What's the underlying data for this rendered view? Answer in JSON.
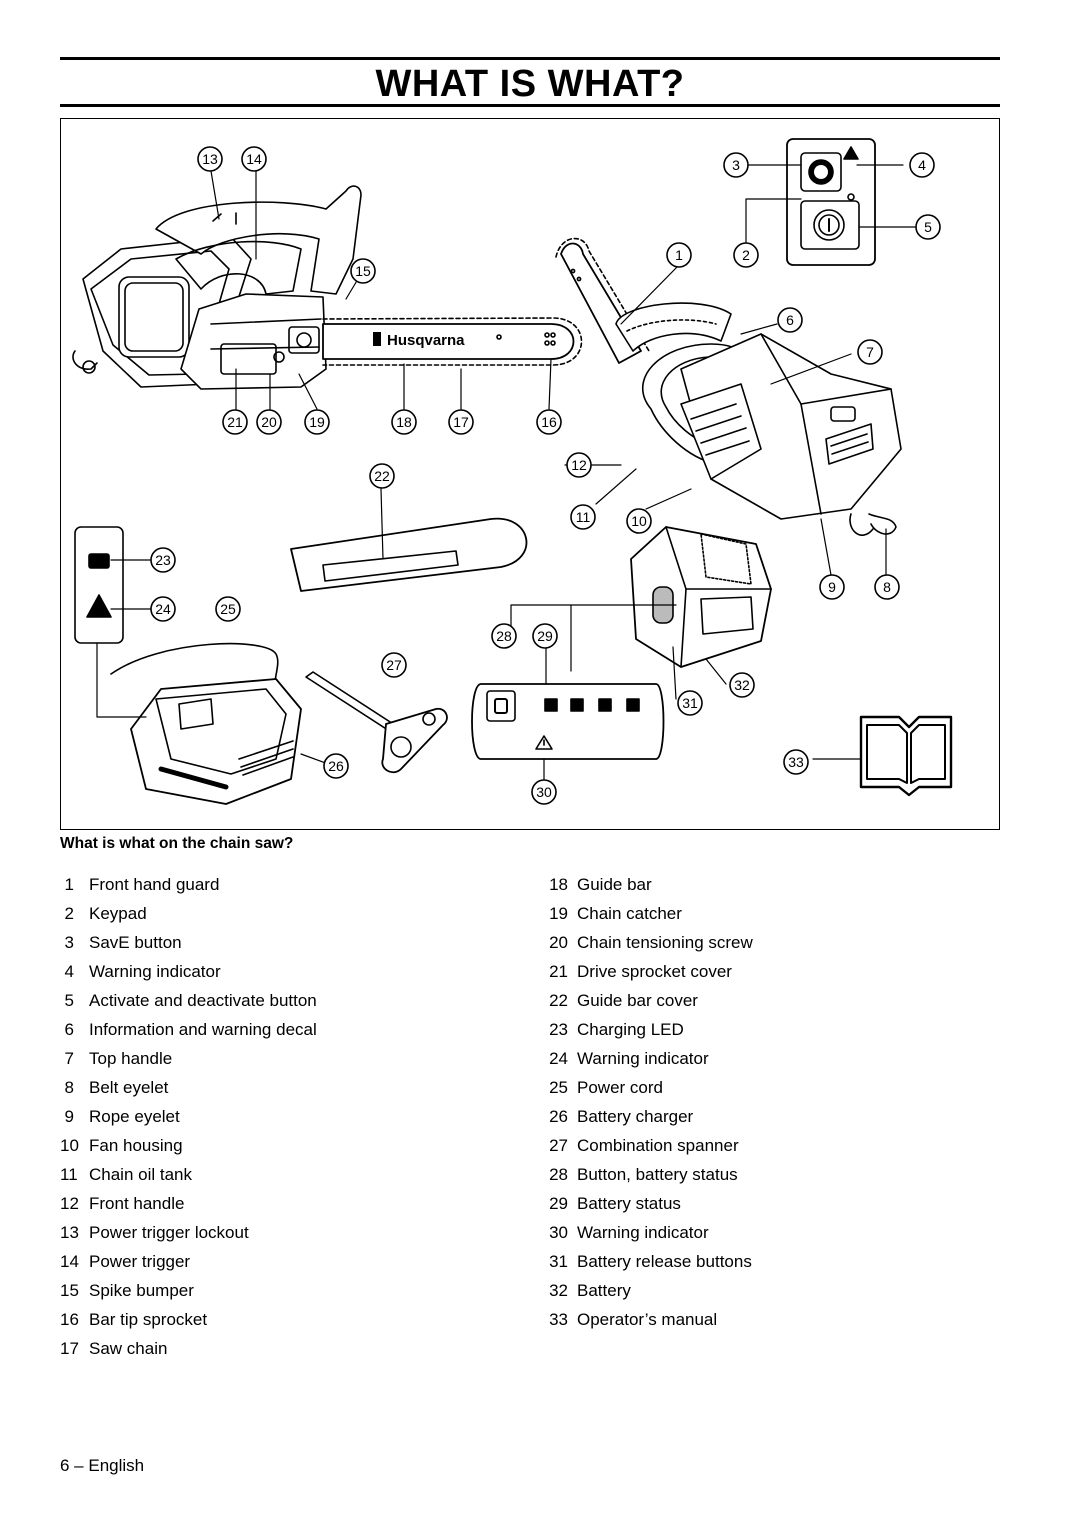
{
  "page": {
    "title": "WHAT IS WHAT?",
    "section_heading": "What is what on the chain saw?",
    "footer": "6 – English"
  },
  "figure": {
    "brand": "Husqvarna"
  },
  "parts_left": [
    {
      "num": "1",
      "label": "Front hand guard"
    },
    {
      "num": "2",
      "label": "Keypad"
    },
    {
      "num": "3",
      "label": "SavE button"
    },
    {
      "num": "4",
      "label": "Warning indicator"
    },
    {
      "num": "5",
      "label": "Activate and deactivate button"
    },
    {
      "num": "6",
      "label": "Information and warning decal"
    },
    {
      "num": "7",
      "label": "Top handle"
    },
    {
      "num": "8",
      "label": "Belt eyelet"
    },
    {
      "num": "9",
      "label": "Rope eyelet"
    },
    {
      "num": "10",
      "label": "Fan housing"
    },
    {
      "num": "11",
      "label": "Chain oil tank"
    },
    {
      "num": "12",
      "label": "Front handle"
    },
    {
      "num": "13",
      "label": "Power trigger lockout"
    },
    {
      "num": "14",
      "label": "Power trigger"
    },
    {
      "num": "15",
      "label": "Spike bumper"
    },
    {
      "num": "16",
      "label": "Bar tip sprocket"
    },
    {
      "num": "17",
      "label": "Saw chain"
    }
  ],
  "parts_right": [
    {
      "num": "18",
      "label": "Guide bar"
    },
    {
      "num": "19",
      "label": "Chain catcher"
    },
    {
      "num": "20",
      "label": "Chain tensioning screw"
    },
    {
      "num": "21",
      "label": "Drive sprocket cover"
    },
    {
      "num": "22",
      "label": "Guide bar cover"
    },
    {
      "num": "23",
      "label": "Charging LED"
    },
    {
      "num": "24",
      "label": "Warning indicator"
    },
    {
      "num": "25",
      "label": "Power cord"
    },
    {
      "num": "26",
      "label": "Battery charger"
    },
    {
      "num": "27",
      "label": "Combination spanner"
    },
    {
      "num": "28",
      "label": "Button, battery status"
    },
    {
      "num": "29",
      "label": "Battery status"
    },
    {
      "num": "30",
      "label": "Warning indicator"
    },
    {
      "num": "31",
      "label": "Battery release buttons"
    },
    {
      "num": "32",
      "label": "Battery"
    },
    {
      "num": "33",
      "label": "Operator’s manual"
    }
  ]
}
